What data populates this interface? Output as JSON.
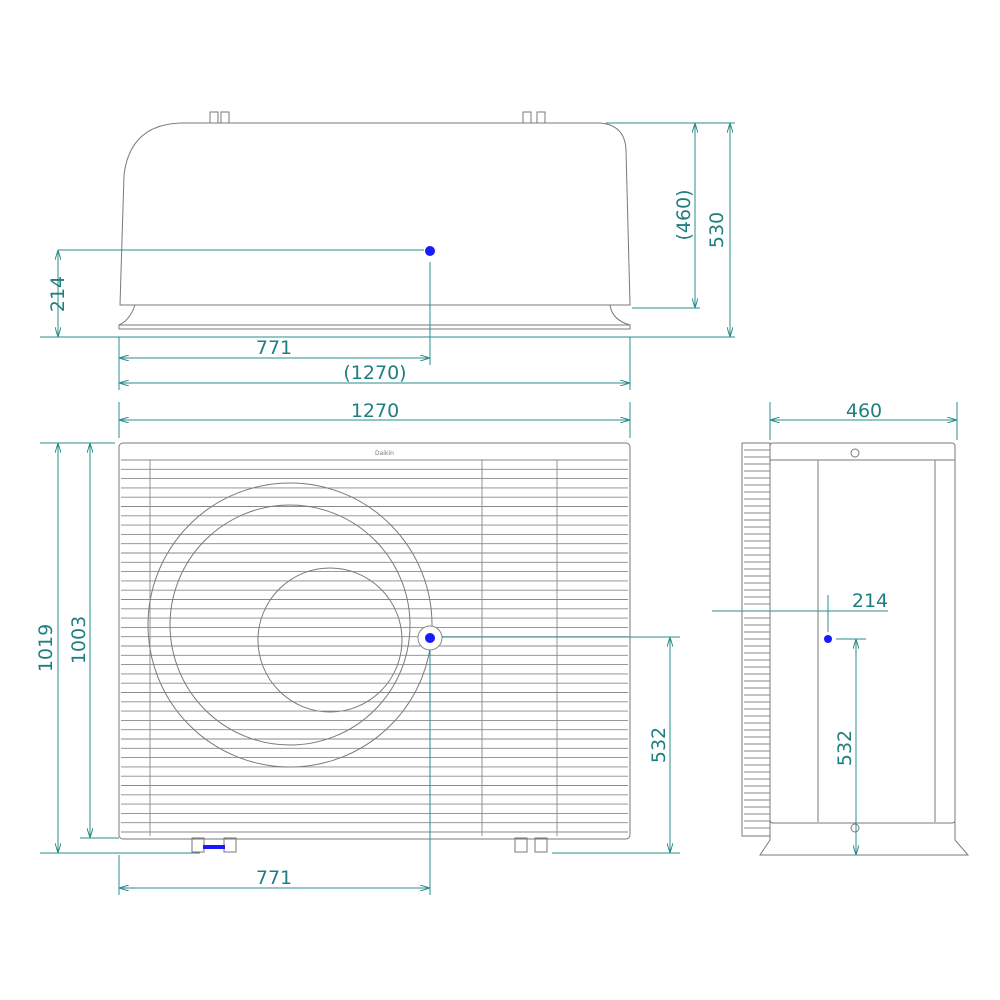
{
  "drawing": {
    "brand_logo": "Daikin",
    "colors": {
      "dimension": "#2b8c8c",
      "outline": "#7a7a7a",
      "center_of_gravity": "#1a1aff"
    },
    "top_view": {
      "height_left": "214",
      "height_inner": "(460)",
      "height_total": "530",
      "cog_offset": "771",
      "width_ref": "(1270)"
    },
    "front_view": {
      "width": "1270",
      "height_total": "1019",
      "height_body": "1003",
      "cog_height": "532",
      "cog_offset": "771"
    },
    "side_view": {
      "depth": "460",
      "cog_depth": "214",
      "cog_height": "532"
    }
  }
}
